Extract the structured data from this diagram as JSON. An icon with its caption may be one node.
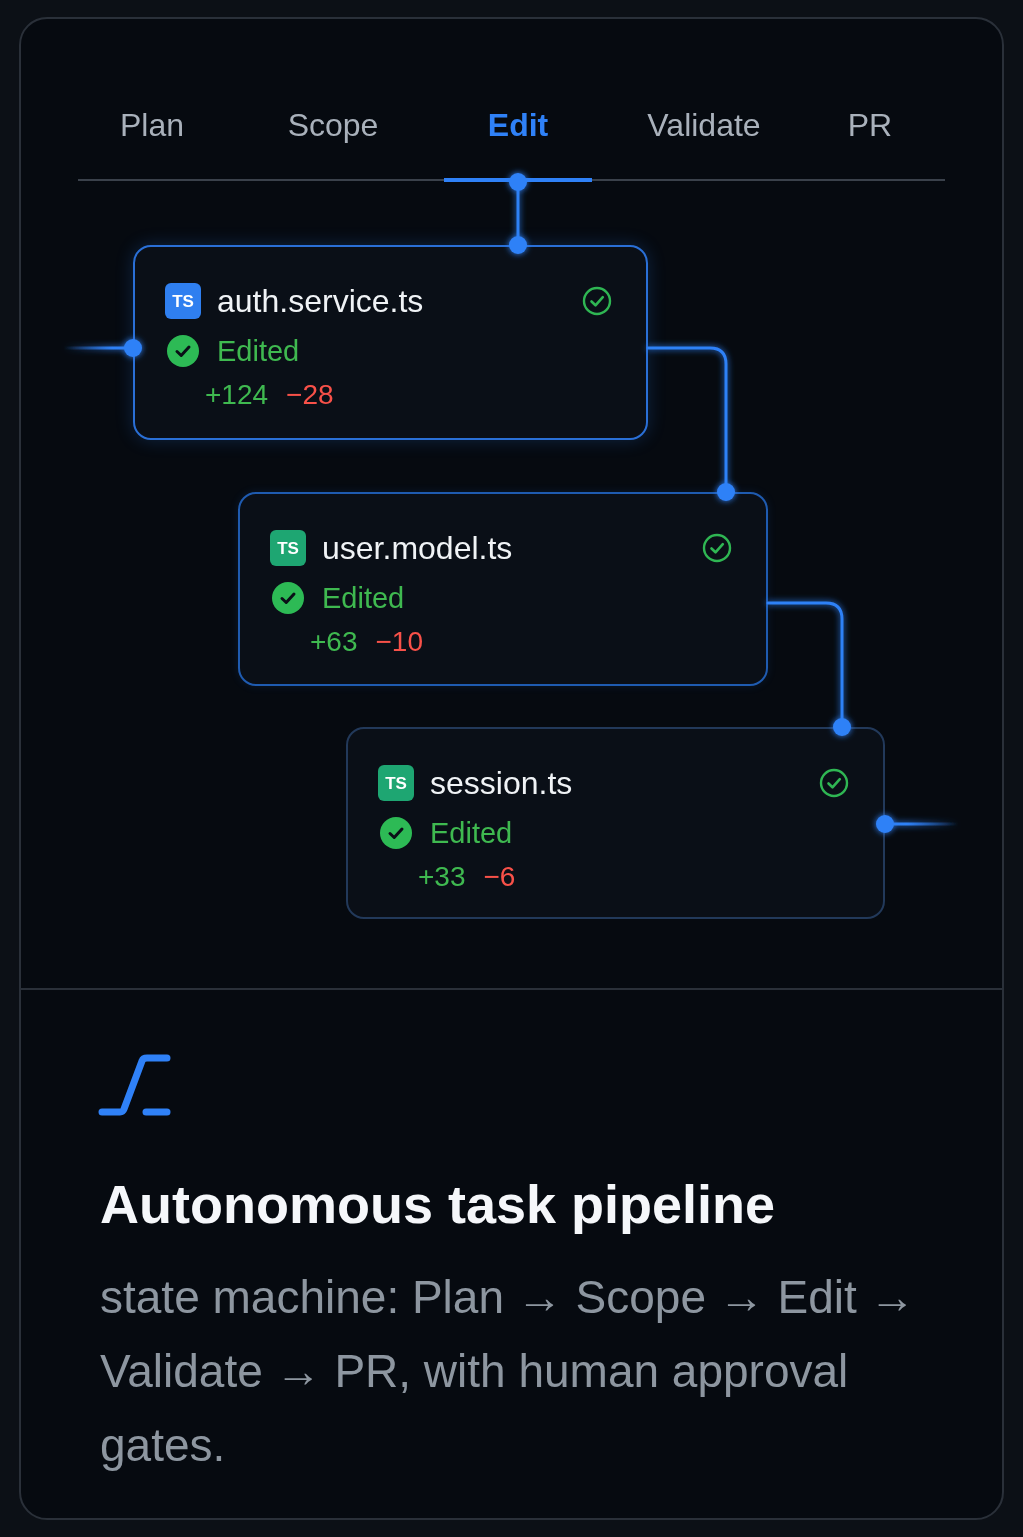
{
  "diagram": {
    "title": "Autonomous task pipeline",
    "caption": "state machine: Plan → Scope → Edit → Validate → PR, with human approval gates.",
    "nodes": [
      {
        "text": [
          "Edit"
        ]
      },
      {
        "text": [
          "TS",
          "auth.service.ts",
          "Edited",
          "+124",
          "−28"
        ]
      },
      {
        "text": [
          "TS",
          "user.model.ts",
          "Edited",
          "+63",
          "−10"
        ]
      },
      {
        "text": [
          "TS",
          "session.ts",
          "Edited",
          "+33",
          "−6"
        ]
      }
    ],
    "edges": [
      {
        "from": 0,
        "to": 1,
        "arrow": "other"
      },
      {
        "from": 1,
        "to": 2,
        "arrow": "other"
      },
      {
        "from": 2,
        "to": 3,
        "arrow": "other"
      },
      {
        "from": null,
        "to": 1,
        "arrow": "other"
      },
      {
        "from": 3,
        "to": null,
        "arrow": "other"
      }
    ],
    "labels": [
      "Plan",
      "Scope",
      "Validate",
      "PR"
    ]
  }
}
